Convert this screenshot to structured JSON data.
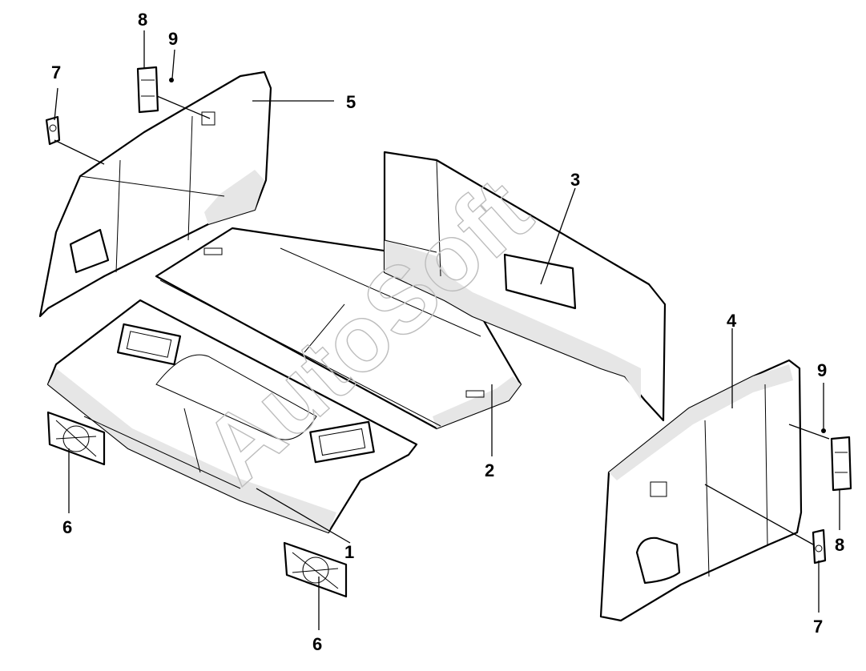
{
  "watermark": "AutoSoft",
  "callouts": {
    "c1": "1",
    "c2": "2",
    "c3": "3",
    "c4": "4",
    "c5": "5",
    "c6a": "6",
    "c6b": "6",
    "c7a": "7",
    "c7b": "7",
    "c8a": "8",
    "c8b": "8",
    "c9a": "9",
    "c9b": "9"
  }
}
